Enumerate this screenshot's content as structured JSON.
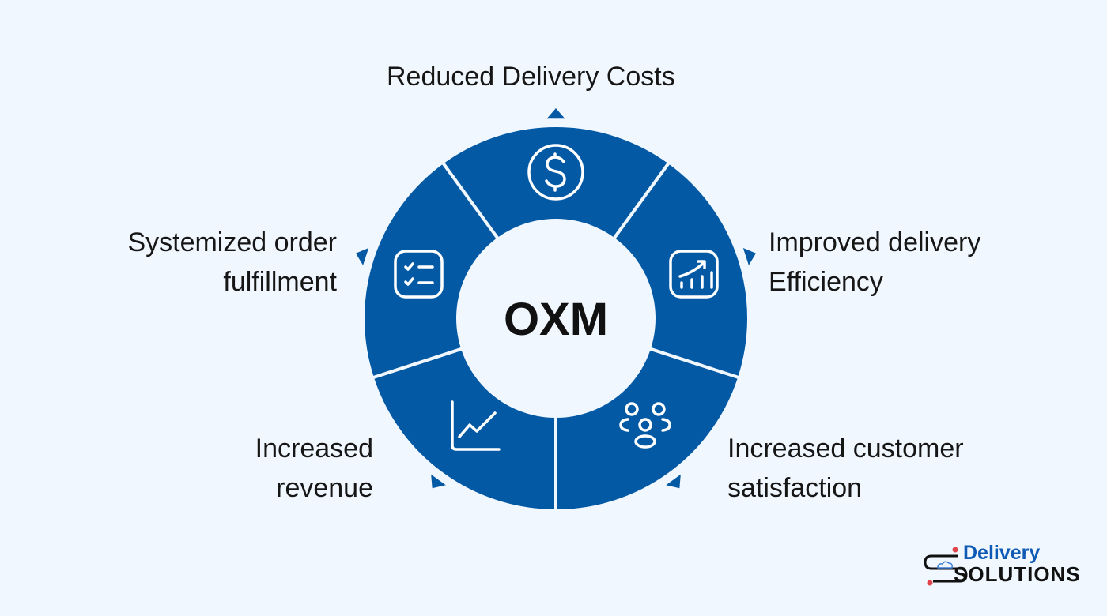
{
  "center": {
    "label": "OXM"
  },
  "colors": {
    "segment": "#0459a5",
    "background": "#f0f7fe",
    "divider": "#f0f7fe"
  },
  "segments": [
    {
      "label_lines": [
        "Reduced Delivery Costs"
      ],
      "icon": "dollar-circle-icon"
    },
    {
      "label_lines": [
        "Improved delivery",
        "Efficiency"
      ],
      "icon": "growth-bar-chart-icon"
    },
    {
      "label_lines": [
        "Increased customer",
        "satisfaction"
      ],
      "icon": "customer-group-icon"
    },
    {
      "label_lines": [
        "Increased",
        "revenue"
      ],
      "icon": "line-chart-icon"
    },
    {
      "label_lines": [
        "Systemized order",
        "fulfillment"
      ],
      "icon": "checklist-icon"
    }
  ],
  "logo": {
    "line1": "Delivery",
    "line2": "SOLUTIONS"
  }
}
